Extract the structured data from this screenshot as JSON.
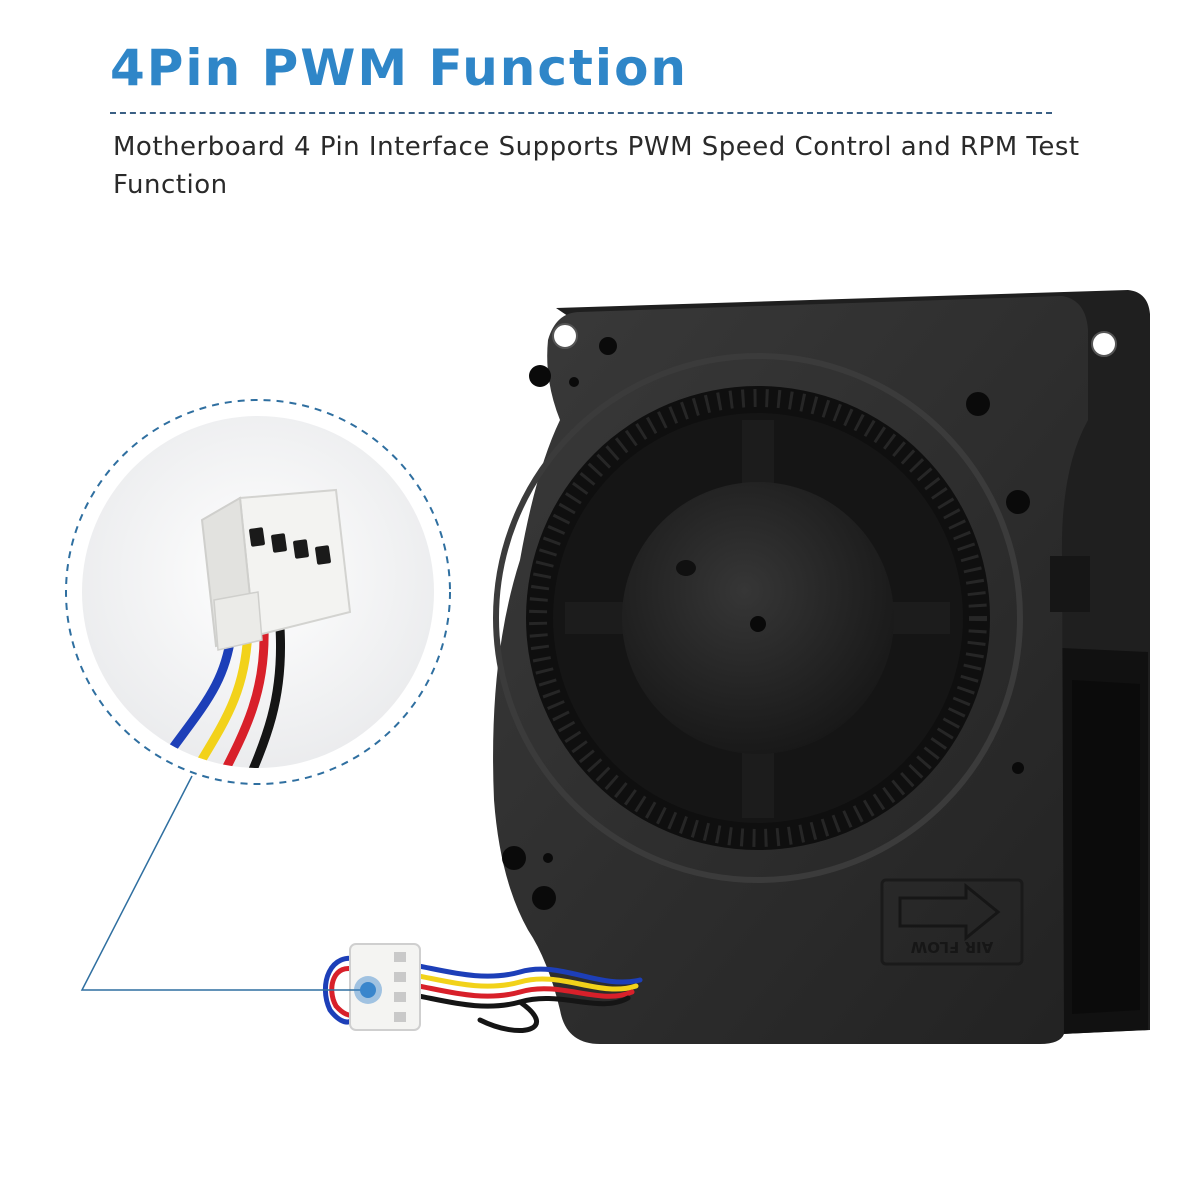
{
  "header": {
    "title": "4Pin PWM Function",
    "subtitle": "Motherboard 4 Pin Interface Supports PWM Speed Control and RPM Test Function"
  },
  "product": {
    "housing_text": "AIR FLOW"
  },
  "colors": {
    "title": "#2f86c8",
    "divider": "#3a5f84",
    "callout": "#2f6fa0",
    "callout_dot": "#3a86cc",
    "fan_body": "#2d2d2d",
    "wire_blue": "#1d3fb8",
    "wire_yellow": "#f2d21a",
    "wire_red": "#d8202a",
    "wire_black": "#151515"
  },
  "icons": [
    "fan-icon",
    "connector-icon",
    "air-flow-arrow-icon"
  ]
}
